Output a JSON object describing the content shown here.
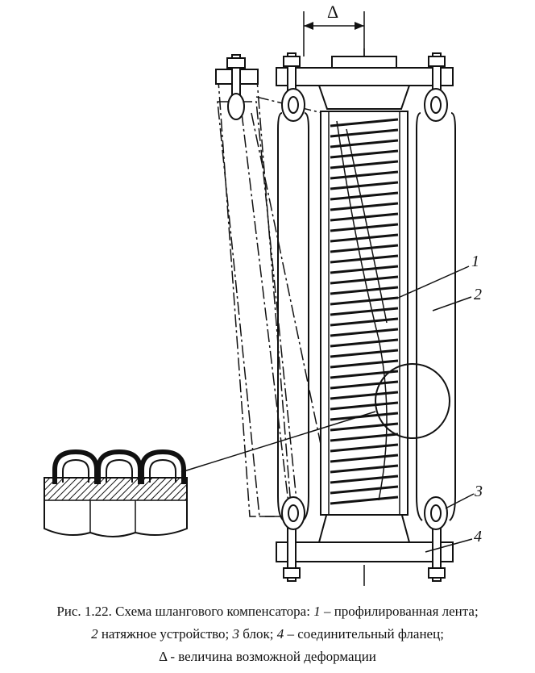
{
  "labels": {
    "delta": "Δ",
    "part1": "1",
    "part2": "2",
    "part3": "3",
    "part4": "4"
  },
  "caption": {
    "line1_prefix": "Рис. 1.22. Схема шлангового компенсатора:",
    "line1_num": "1",
    "line1_text": "– профилированная лента;",
    "line2_num1": "2",
    "line2_text1": "натяжное устройство;",
    "line2_num2": "3",
    "line2_text2": "блок;",
    "line2_num3": "4",
    "line2_text3": "– соединительный фланец;",
    "line3_sym": "Δ",
    "line3_text": "- величина возможной деформации"
  }
}
